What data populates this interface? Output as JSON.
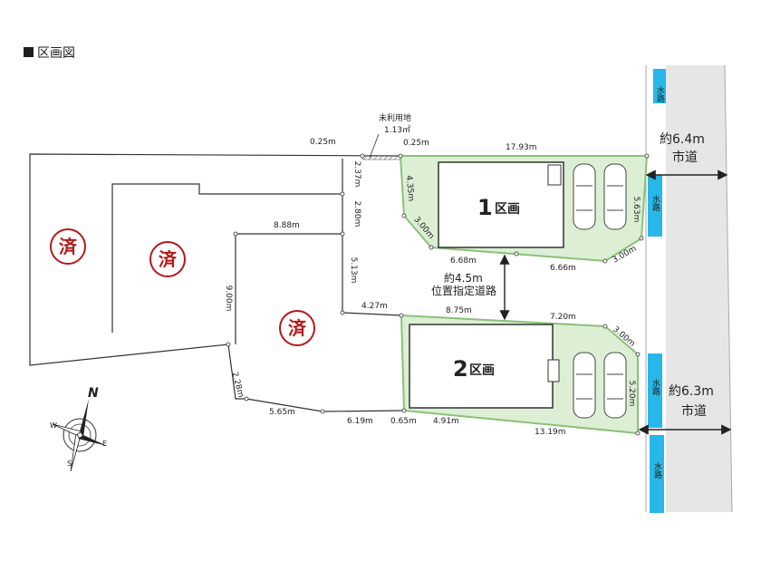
{
  "title": "区画図",
  "lots": [
    {
      "number": "1",
      "suffix": "区画"
    },
    {
      "number": "2",
      "suffix": "区画"
    }
  ],
  "sold_mark": "済",
  "unused_land": {
    "label": "未利用地",
    "area": "1.13㎡"
  },
  "roads": {
    "city_road_1": {
      "width": "約6.4m",
      "label": "市道"
    },
    "city_road_2": {
      "width": "約6.3m",
      "label": "市道"
    },
    "private_road": {
      "width": "約4.5m",
      "label": "位置指定道路"
    }
  },
  "waterway_label": "水路",
  "dimensions": {
    "d_025_left": "0.25m",
    "d_025_right": "0.25m",
    "d_1793": "17.93m",
    "d_237": "2.37m",
    "d_280": "2.80m",
    "d_435": "4.35m",
    "d_300_lot1_left": "3.00m",
    "d_563": "5.63m",
    "d_668": "6.68m",
    "d_666": "6.66m",
    "d_300_lot1_right": "3.00m",
    "d_888": "8.88m",
    "d_513": "5.13m",
    "d_900": "9.00m",
    "d_427": "4.27m",
    "d_875": "8.75m",
    "d_720": "7.20m",
    "d_300_lot2": "3.00m",
    "d_520": "5.20m",
    "d_228": "2.28m",
    "d_565": "5.65m",
    "d_619": "6.19m",
    "d_065": "0.65m",
    "d_491": "4.91m",
    "d_1319": "13.19m"
  },
  "compass": {
    "n": "N",
    "e": "E",
    "s": "S",
    "w": "W"
  },
  "colors": {
    "lot_fill": "#dcefd4",
    "lot_stroke": "#8cc07a",
    "road": "#e6e6e6",
    "water": "#27b7e8",
    "sold": "#b31919",
    "line": "#333333"
  }
}
